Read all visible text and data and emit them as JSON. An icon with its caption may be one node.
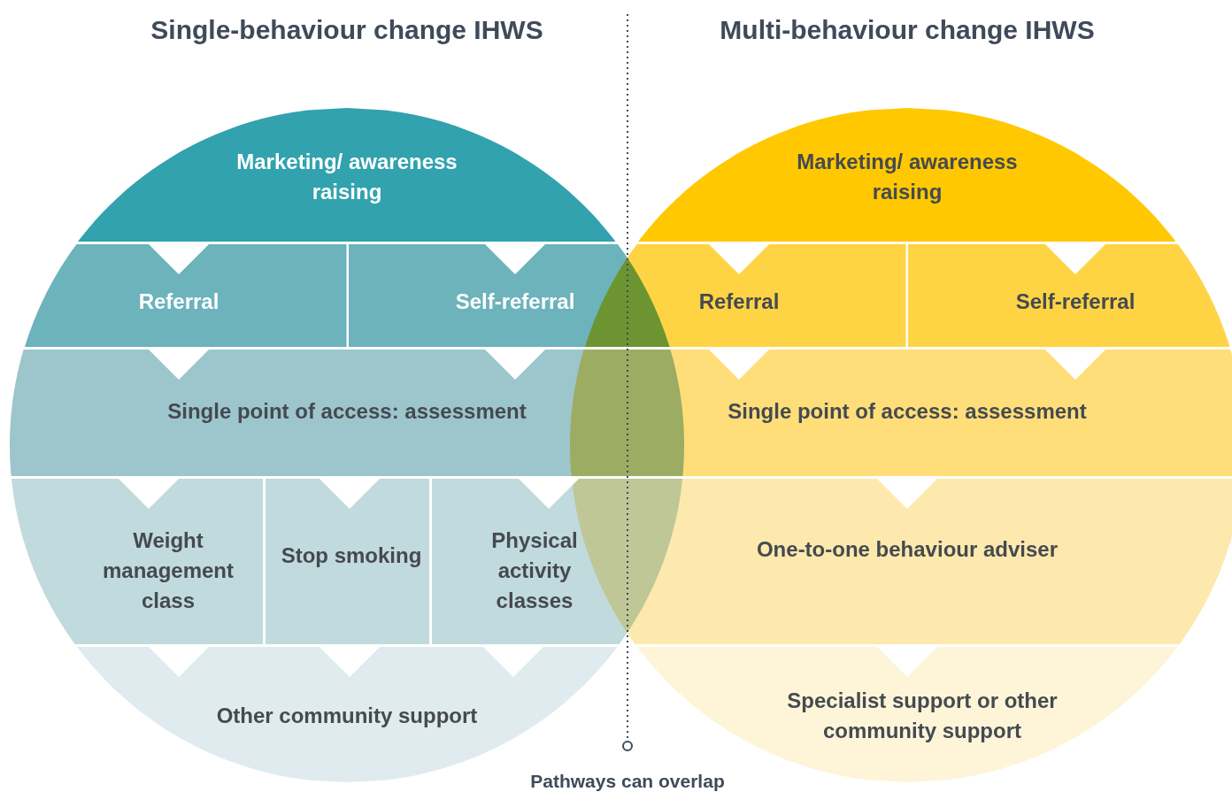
{
  "diagram": {
    "nodes": [
      {
        "text": [
          "Marketing/ awareness raising"
        ]
      },
      {
        "text": [
          "Referral"
        ]
      },
      {
        "text": [
          "Self-referral"
        ]
      },
      {
        "text": [
          "Single point of access: assessment"
        ]
      },
      {
        "text": [
          "Weight management class"
        ]
      },
      {
        "text": [
          "Stop smoking"
        ]
      },
      {
        "text": [
          "Physical activity classes"
        ]
      },
      {
        "text": [
          "Other community support"
        ]
      },
      {
        "text": [
          "Marketing/ awareness raising"
        ]
      },
      {
        "text": [
          "Referral"
        ]
      },
      {
        "text": [
          "Self-referral"
        ]
      },
      {
        "text": [
          "Single point of access: assessment"
        ]
      },
      {
        "text": [
          "One-to-one behaviour adviser"
        ]
      },
      {
        "text": [
          "Specialist support or other community support"
        ]
      }
    ],
    "edges": [
      {
        "from": 0,
        "to": 1,
        "arrow": "to"
      },
      {
        "from": 0,
        "to": 2,
        "arrow": "to"
      },
      {
        "from": 1,
        "to": 3,
        "arrow": "to"
      },
      {
        "from": 2,
        "to": 3,
        "arrow": "to"
      },
      {
        "from": 3,
        "to": 4,
        "arrow": "to"
      },
      {
        "from": 3,
        "to": 5,
        "arrow": "to"
      },
      {
        "from": 3,
        "to": 6,
        "arrow": "to"
      },
      {
        "from": 4,
        "to": 7,
        "arrow": "to"
      },
      {
        "from": 5,
        "to": 7,
        "arrow": "to"
      },
      {
        "from": 6,
        "to": 7,
        "arrow": "to"
      },
      {
        "from": 8,
        "to": 9,
        "arrow": "to"
      },
      {
        "from": 8,
        "to": 10,
        "arrow": "to"
      },
      {
        "from": 9,
        "to": 11,
        "arrow": "to"
      },
      {
        "from": 10,
        "to": 11,
        "arrow": "to"
      },
      {
        "from": 11,
        "to": 12,
        "arrow": "to"
      },
      {
        "from": 12,
        "to": 13,
        "arrow": "to"
      }
    ],
    "labels": [
      "Single-behaviour change IHWS",
      "Multi-behaviour change IHWS",
      "Pathways can overlap"
    ]
  }
}
